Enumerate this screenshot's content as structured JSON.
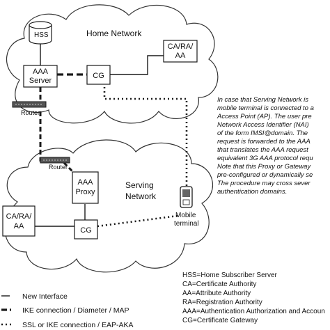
{
  "clouds": {
    "home": {
      "label": "Home Network"
    },
    "serving": {
      "label_line1": "Serving",
      "label_line2": "Network"
    }
  },
  "nodes": {
    "hss": "HSS",
    "aaa_server_line1": "AAA",
    "aaa_server_line2": "Server",
    "cg_home": "CG",
    "ca_home_line1": "CA/RA/",
    "ca_home_line2": "AA",
    "router_home": "Router",
    "router_serving": "Router",
    "aaa_proxy_line1": "AAA",
    "aaa_proxy_line2": "Proxy",
    "ca_serving_line1": "CA/RA/",
    "ca_serving_line2": "AA",
    "cg_serving": "CG",
    "mobile_line1": "Mobile",
    "mobile_line2": "terminal"
  },
  "description_lines": [
    "In case that Serving Network is",
    "mobile terminal is connected to a",
    "Access Point (AP). The user pre",
    "Network Access Identifier (NAI)",
    "of the form IMSI@domain. The",
    "request is forwarded to the AAA",
    "that translates the AAA request",
    "equivalent 3G AAA protocol requ",
    "Note that this Proxy or Gateway",
    "pre-configured or dynamically se",
    "The procedure may cross sever",
    "authentication domains."
  ],
  "legend": [
    {
      "style": "solid",
      "label": "New Interface"
    },
    {
      "style": "dashed",
      "label": "IKE connection / Diameter / MAP"
    },
    {
      "style": "dotted",
      "label": "SSL or IKE connection / EAP-AKA"
    }
  ],
  "abbreviations": [
    "HSS=Home Subscriber Server",
    "CA=Certificate Authority",
    "AA=Attribute Authority",
    "RA=Registration Authority",
    "AAA=Authentication Authorization and Accoun",
    "CG=Certificate Gateway"
  ],
  "colors": {
    "line": "#1a1a1a",
    "cloud_stroke": "#333333",
    "background": "#ffffff"
  }
}
